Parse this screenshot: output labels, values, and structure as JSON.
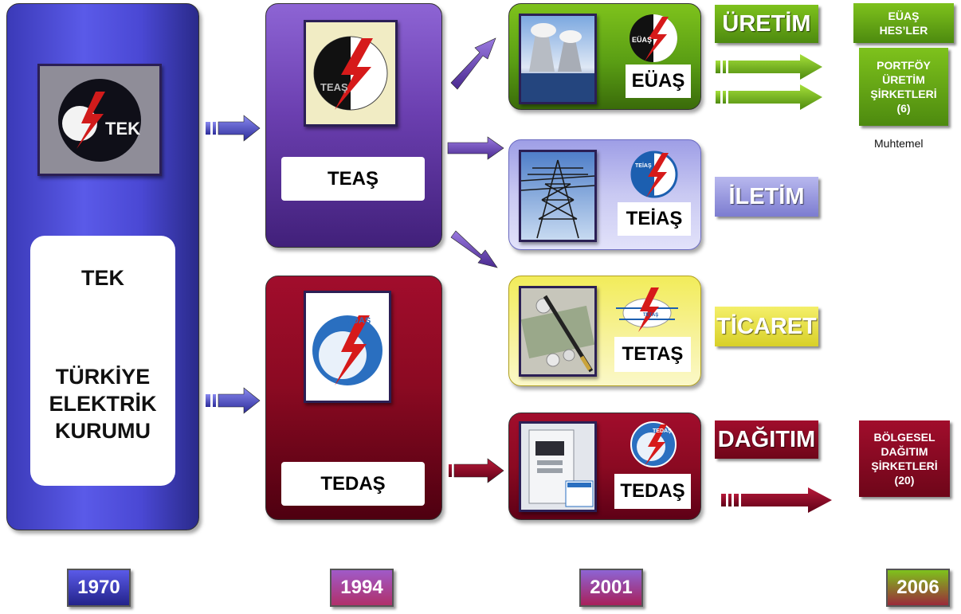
{
  "tek": {
    "logo_text": "TEK",
    "title": "TEK",
    "full_name_lines": [
      "TÜRKİYE",
      "ELEKTRİK",
      "KURUMU"
    ]
  },
  "teas": {
    "logo_text": "TEAŞ",
    "name": "TEAŞ"
  },
  "tedas": {
    "logo_text": "TEDAŞ",
    "name": "TEDAŞ"
  },
  "euas": {
    "logo_text": "EÜAŞ",
    "name": "EÜAŞ",
    "function": "ÜRETİM"
  },
  "teias": {
    "logo_text": "TEİAŞ",
    "name": "TEİAŞ",
    "function": "İLETİM"
  },
  "tetas": {
    "logo_text": "TETAŞ",
    "name": "TETAŞ",
    "function": "TİCARET"
  },
  "tedas2": {
    "logo_text": "TEDAŞ",
    "name": "TEDAŞ",
    "function": "DAĞITIM"
  },
  "outcomes": {
    "euas_hes": [
      "EÜAŞ",
      "HES’LER"
    ],
    "portfoy": [
      "PORTFÖY",
      "ÜRETİM",
      "ŞİRKETLERİ",
      "(6)"
    ],
    "muhtemel": "Muhtemel",
    "bolgesel": [
      "BÖLGESEL",
      "DAĞITIM",
      "ŞİRKETLERİ",
      "(20)"
    ]
  },
  "years": [
    "1970",
    "1994",
    "2001",
    "2006"
  ],
  "colors": {
    "blue": "#4a48d4",
    "purple": "#6b3fb0",
    "maroon": "#8b0a22",
    "green": "#5a9e14",
    "lavender": "#9e9ee6",
    "yellow": "#f2ec5a"
  }
}
